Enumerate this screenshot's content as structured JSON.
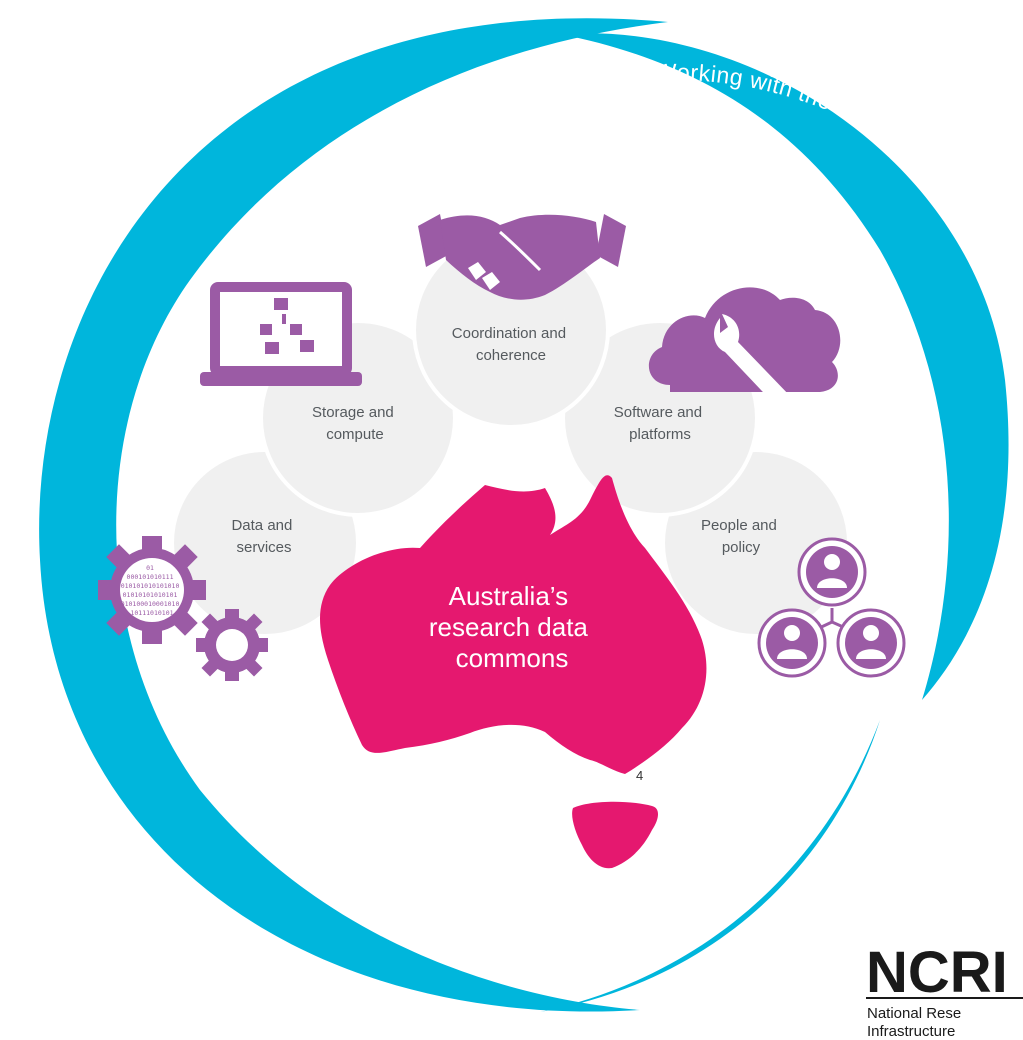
{
  "arc_tagline": "Working with the sector to achieve our reseach data commons",
  "center_label": {
    "line1": "Australia’s",
    "line2": "research data",
    "line3": "commons"
  },
  "bubbles": {
    "coordination": {
      "line1": "Coordination and",
      "line2": "coherence"
    },
    "storage": {
      "line1": "Storage and",
      "line2": "compute"
    },
    "software": {
      "line1": "Software and",
      "line2": "platforms"
    },
    "data": {
      "line1": "Data and",
      "line2": "services"
    },
    "people": {
      "line1": "People and",
      "line2": "policy"
    }
  },
  "binary_text": [
    "01",
    "000101010111",
    "010101010101010",
    "01010101010101",
    "010100010001010",
    "10111010101"
  ],
  "stray_mark": "4",
  "logo": {
    "acronym": "NCRI",
    "line1": "National Rese",
    "line2": "Infrastructure"
  },
  "colors": {
    "ring": "#00b6dc",
    "accent_purple": "#9b5ba5",
    "map_pink": "#e5186f",
    "bubble_fill": "#f0f0f0",
    "bubble_text": "#555a5e"
  }
}
